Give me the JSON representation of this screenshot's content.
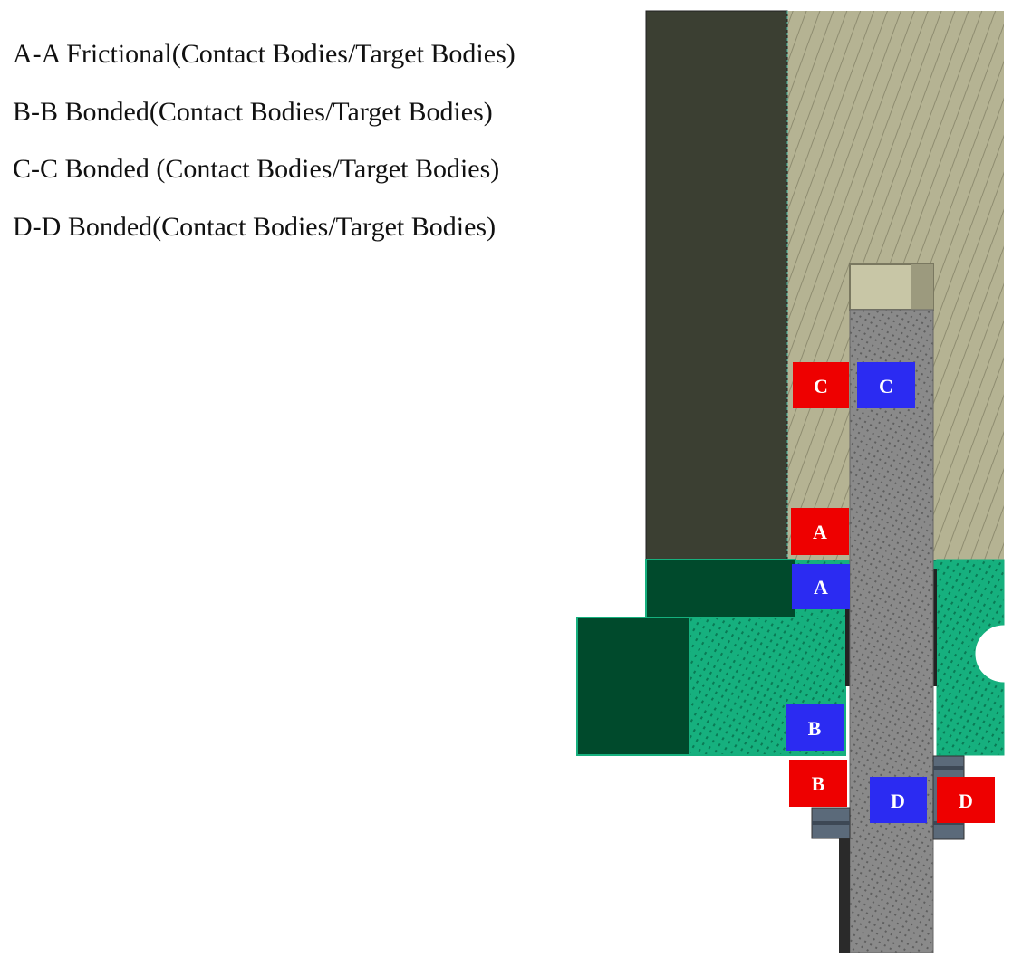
{
  "legend": [
    "A-A Frictional(Contact Bodies/Target Bodies)",
    "B-B Bonded(Contact Bodies/Target Bodies)",
    "C-C Bonded (Contact Bodies/Target Bodies)",
    "D-D Bonded(Contact Bodies/Target Bodies)"
  ],
  "labels": {
    "c_contact": "C",
    "c_target": "C",
    "a_contact": "A",
    "a_target": "A",
    "b_target": "B",
    "b_contact": "B",
    "d_target": "D",
    "d_contact": "D"
  },
  "colors": {
    "contact_tag": "#ee0000",
    "target_tag": "#2b2bf2",
    "dark_body": "#3b3f32",
    "hatched_body": "#b5b393",
    "green_body": "#16b07e",
    "dark_green": "#004a2c",
    "shaft": "#878787",
    "spacer": "#5b6a7a"
  }
}
